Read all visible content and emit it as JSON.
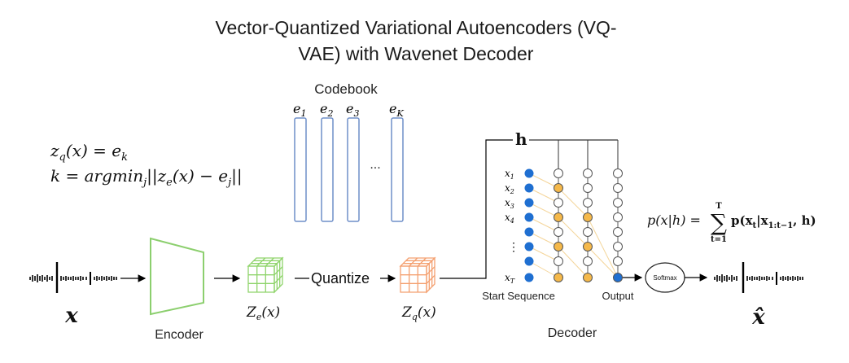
{
  "title_line1": "Vector-Quantized Variational Autoencoders (VQ-",
  "title_line2": "VAE) with Wavenet Decoder",
  "codebook": {
    "label": "Codebook",
    "vectors": [
      "e",
      "e",
      "e",
      "e"
    ],
    "subscripts": [
      "1",
      "2",
      "3",
      "K"
    ],
    "ellipsis": "..."
  },
  "equations": {
    "zq_line": "z_q(x) = e_k",
    "k_line": "k = argmin_j||z_e(x) − e_j||"
  },
  "pipeline": {
    "input_symbol": "x",
    "encoder_label": "Encoder",
    "ze_label": "Z_e(x)",
    "quantize_label": "Quantize",
    "zq_label": "Z_q(x)",
    "output_symbol": "x̂"
  },
  "decoder": {
    "conditioning": "h",
    "inputs": [
      "x",
      "x",
      "x",
      "x",
      "⋮",
      "x"
    ],
    "input_subs": [
      "1",
      "2",
      "3",
      "4",
      "",
      "T"
    ],
    "start_label": "Start Sequence",
    "output_label": "Output",
    "decoder_label": "Decoder",
    "softmax_label": "Softmax",
    "likelihood_lhs": "p(x|h) =",
    "likelihood_sum_top": "T",
    "likelihood_sum_bottom": "t=1",
    "likelihood_term": "p(x_t|x_1:t−1, h)"
  },
  "colors": {
    "encoder_green": "#8ccf6e",
    "cube_green": "#8fd46b",
    "cube_orange": "#f4a070",
    "codebook_blue": "#6f8fc9",
    "node_blue": "#1f6fd1",
    "node_orange": "#f5b849",
    "edge_orange": "#f4d59a"
  }
}
